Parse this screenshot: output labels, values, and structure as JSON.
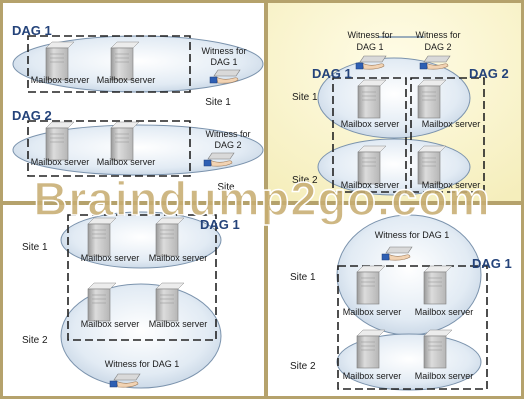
{
  "colors": {
    "frame": "#b5a26c",
    "panel_bg": "#ffffff",
    "panel_bg_highlight": "#fbf6cf",
    "ellipse_fill": "#dde8f2",
    "ellipse_stroke": "#7b93ad",
    "dag_label": "#24437a",
    "text": "#1a1a1a",
    "server_body": "#c9c9c9",
    "server_dark": "#8a8a8a",
    "watermark": "#c7ad72"
  },
  "panels": [
    {
      "dag1_label": "DAG 1",
      "dag2_label": "DAG 2",
      "witness1_label": [
        "Witness for",
        "DAG 1"
      ],
      "witness2_label": [
        "Witness for",
        "DAG 2"
      ],
      "server_labels": [
        "Mailbox server",
        "Mailbox server",
        "Mailbox server",
        "Mailbox server"
      ],
      "site1_label": "Site 1",
      "site2_label": "Site"
    },
    {
      "witness1_label": [
        "Witness for",
        "DAG 1"
      ],
      "witness2_label": [
        "Witness for",
        "DAG 2"
      ],
      "dag1_label": "DAG 1",
      "dag2_label": "DAG 2",
      "site1_label": "Site 1",
      "site2_label": "Site 2",
      "server_labels": [
        "Mailbox server",
        "Mailbox server",
        "Mailbox server",
        "Mailbox server"
      ]
    },
    {
      "dag1_label": "DAG 1",
      "site1_label": "Site 1",
      "site2_label": "Site 2",
      "server_labels": [
        "Mailbox server",
        "Mailbox server",
        "Mailbox server",
        "Mailbox server"
      ],
      "witness_label": "Witness for DAG 1"
    },
    {
      "witness_label": "Witness for DAG 1",
      "dag1_label": "DAG 1",
      "site1_label": "Site 1",
      "site2_label": "Site 2",
      "server_labels": [
        "Mailbox server",
        "Mailbox server",
        "Mailbox server",
        "Mailbox server"
      ]
    }
  ],
  "watermark": "Braindump2go.com"
}
